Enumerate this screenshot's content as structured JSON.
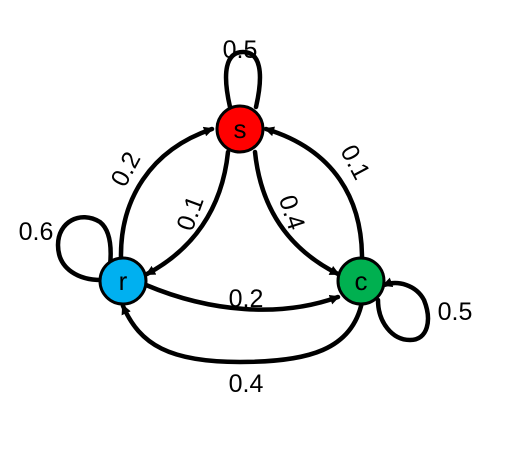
{
  "nodes": {
    "s": {
      "label": "s",
      "color": "#ff0000"
    },
    "r": {
      "label": "r",
      "color": "#00b0f0"
    },
    "c": {
      "label": "c",
      "color": "#00b050"
    }
  },
  "edges": {
    "s_to_s": {
      "from": "s",
      "to": "s",
      "label": "0.5"
    },
    "r_to_r": {
      "from": "r",
      "to": "r",
      "label": "0.6"
    },
    "c_to_c": {
      "from": "c",
      "to": "c",
      "label": "0.5"
    },
    "r_to_s": {
      "from": "r",
      "to": "s",
      "label": "0.2"
    },
    "s_to_r": {
      "from": "s",
      "to": "r",
      "label": "0.1"
    },
    "s_to_c": {
      "from": "s",
      "to": "c",
      "label": "0.4"
    },
    "c_to_s": {
      "from": "c",
      "to": "s",
      "label": "0.1"
    },
    "r_to_c": {
      "from": "r",
      "to": "c",
      "label": "0.2"
    },
    "c_to_r": {
      "from": "c",
      "to": "r",
      "label": "0.4"
    }
  }
}
